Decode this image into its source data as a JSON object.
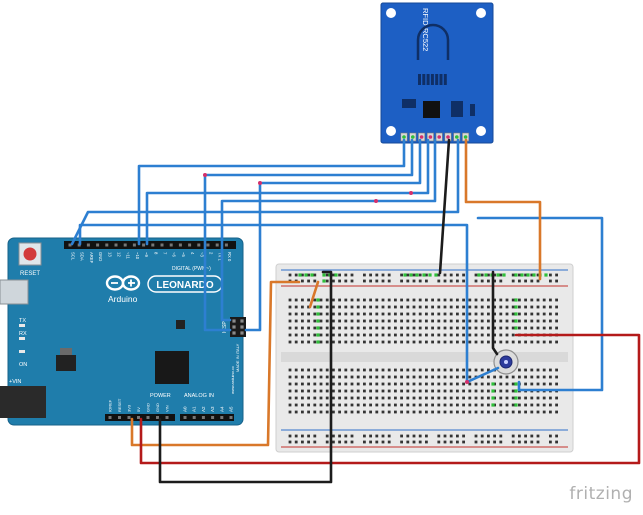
{
  "rfid": {
    "model": "RFID-RC522"
  },
  "arduino": {
    "brand": "Arduino",
    "board": "LEONARDO",
    "reset": "RESET",
    "digital": "DIGITAL (PWM~)",
    "power": "POWER",
    "analog": "ANALOG IN",
    "icsp": "ICSP",
    "vin": "+VIN",
    "made": "MADE IN ITALY",
    "site": "www.arduino.cc",
    "top_pins": [
      "SCL",
      "SDA",
      "AREF",
      "GND",
      "13",
      "12",
      "~11",
      "~10",
      "~9",
      "8",
      "7",
      "~6",
      "~5",
      "4",
      "~3",
      "2",
      "TX 1",
      "RX 0"
    ],
    "power_pins": [
      "IOREF",
      "RESET",
      "3V3",
      "5V",
      "GND",
      "GND",
      "VIN"
    ],
    "analog_pins": [
      "A0",
      "A1",
      "A2",
      "A3",
      "A4",
      "A5"
    ],
    "leds": [
      "TX",
      "RX",
      "ON"
    ]
  },
  "watermark": "fritzing",
  "colors": {
    "board_blue": "#1f7dab",
    "rfid_blue": "#1d5fc4",
    "wire_blue": "#2d7fd1",
    "wire_orange": "#d9782a",
    "wire_red": "#b41a1a",
    "wire_black": "#1c1c1c",
    "breadboard": "#e9e9e9"
  }
}
